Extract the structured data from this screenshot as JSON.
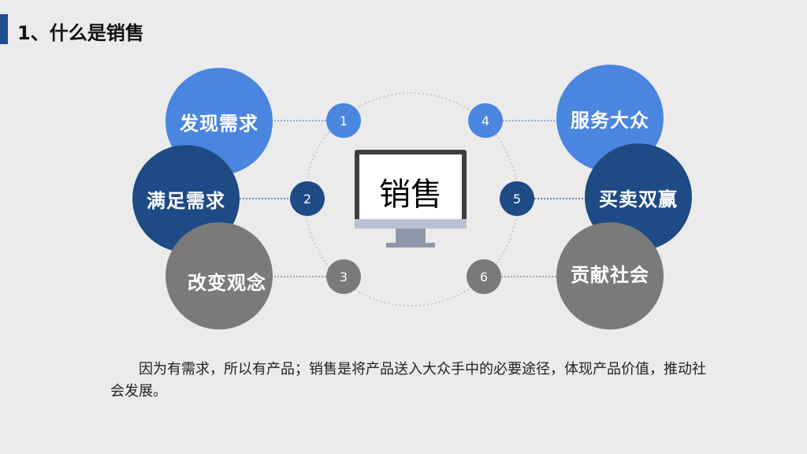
{
  "slide": {
    "title": "1、什么是销售",
    "center_label": "销售",
    "description": "因为有需求，所以有产品；销售是将产品送入大众手中的必要途径，体现产品价值，推动社会发展。"
  },
  "items": [
    {
      "num": "1",
      "label": "发现需求"
    },
    {
      "num": "2",
      "label": "满足需求"
    },
    {
      "num": "3",
      "label": "改变观念"
    },
    {
      "num": "4",
      "label": "服务大众"
    },
    {
      "num": "5",
      "label": "买卖双赢"
    },
    {
      "num": "6",
      "label": "贡献社会"
    }
  ],
  "colors": {
    "accent_bar": "#1f4e8f",
    "light_blue": "#4a86df",
    "dark_blue": "#1e4a85",
    "gray": "#7a7a7a",
    "background": "#ebebeb"
  }
}
